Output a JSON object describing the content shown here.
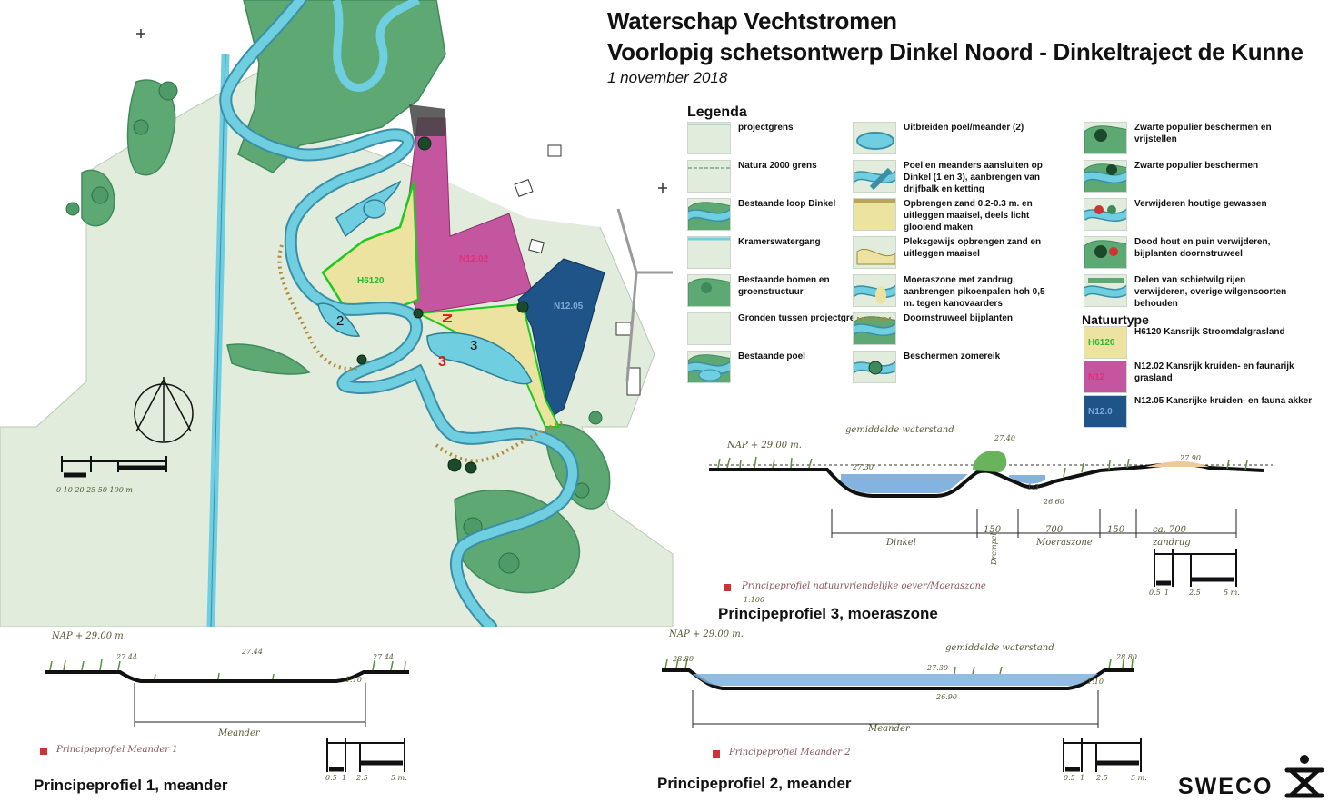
{
  "header": {
    "title_line1": "Waterschap Vechtstromen",
    "title_line2": "Voorlopig schetsontwerp Dinkel Noord - Dinkeltraject de Kunne",
    "date": "1 november 2018"
  },
  "legend": {
    "title": "Legenda",
    "col1": [
      {
        "label": "projectgrens",
        "swatch": "projectgrens"
      },
      {
        "label": "Natura 2000 grens",
        "swatch": "natura"
      },
      {
        "label": "Bestaande loop Dinkel",
        "swatch": "loop"
      },
      {
        "label": "Kramerswatergang",
        "swatch": "kramers"
      },
      {
        "label": "Bestaande bomen en groenstructuur",
        "swatch": "bomen"
      },
      {
        "label": "Gronden tussen projectgrens",
        "swatch": "gronden"
      },
      {
        "label": "Bestaande poel",
        "swatch": "poel"
      }
    ],
    "col2": [
      {
        "label": "Uitbreiden poel/meander (2)",
        "swatch": "uitbreiden"
      },
      {
        "label": "Poel en meanders aansluiten op Dinkel (1 en 3), aanbrengen van drijfbalk en ketting",
        "swatch": "aansluiten"
      },
      {
        "label": "Opbrengen zand 0.2-0.3 m. en uitleggen maaisel, deels licht glooiend maken",
        "swatch": "zand"
      },
      {
        "label": "Pleksgewijs opbrengen zand en uitleggen maaisel",
        "swatch": "pleks"
      },
      {
        "label": "Moeraszone met zandrug, aanbrengen pikoenpalen hoh 0,5 m. tegen kanovaarders",
        "swatch": "moeras"
      },
      {
        "label": "Doornstruweel bijplanten",
        "swatch": "doorn"
      },
      {
        "label": "Beschermen zomereik",
        "swatch": "zomereik"
      }
    ],
    "col3": [
      {
        "label": "Zwarte populier beschermen en vrijstellen",
        "swatch": "populier1"
      },
      {
        "label": "Zwarte populier beschermen",
        "swatch": "populier2"
      },
      {
        "label": "Verwijderen houtige gewassen",
        "swatch": "houtig"
      },
      {
        "label": "Dood hout en puin verwijderen, bijplanten doornstruweel",
        "swatch": "doodhout"
      },
      {
        "label": "Delen van schietwilg rijen verwijderen, overige wilgensoorten behouden",
        "swatch": "wilg"
      }
    ],
    "natuur_title": "Natuurtype",
    "natuur": [
      {
        "label": "H6120 Kansrijk  Stroomdalgrasland",
        "code": "H6120",
        "color": "#ece3a0",
        "code_color": "#2fb52f"
      },
      {
        "label": "N12.02 Kansrijk  kruiden- en faunarijk grasland",
        "code": "N12",
        "color": "#c4559f",
        "code_color": "#e0307a"
      },
      {
        "label": "N12.05 Kansrijke  kruiden- en fauna akker",
        "code": "N12.0",
        "color": "#1e5488",
        "code_color": "#7fa8d8"
      }
    ]
  },
  "map": {
    "labels": {
      "h6120": "H6120",
      "n1202": "N12.02",
      "n1205": "N12.05",
      "num2": "2",
      "num3": "3",
      "markN": "N",
      "mark3": "3"
    },
    "scale_ticks": "0 10 20 25    50          100 m"
  },
  "profiles": {
    "p3": {
      "title": "Principeprofiel 3, moeraszone",
      "nap": "NAP + 29.00 m.",
      "note": "Principeprofiel natuurvriendelijke oever/Moeraszone",
      "scale": "1:100",
      "water": "gemiddelde waterstand",
      "dims": [
        "150",
        "700",
        "150",
        "ca. 700"
      ],
      "zones": [
        "Dinkel",
        "Drempel",
        "Moeraszone",
        "zandrug"
      ],
      "heights": [
        "27.30",
        "27.40",
        "27.90"
      ],
      "depth": "26.60",
      "slope": "1:3",
      "scale_ticks": [
        "0.5",
        "1",
        "2.5",
        "5 m."
      ]
    },
    "p1": {
      "title": "Principeprofiel 1, meander",
      "nap": "NAP + 29.00 m.",
      "note": "Principeprofiel Meander 1",
      "zone": "Meander",
      "heights": [
        "27.44",
        "27.44",
        "27.44"
      ],
      "slope": "1:10",
      "scale_ticks": [
        "0.5",
        "1",
        "2.5",
        "5 m."
      ]
    },
    "p2": {
      "title": "Principeprofiel 2, meander",
      "nap": "NAP + 29.00 m.",
      "note": "Principeprofiel Meander 2",
      "water": "gemiddelde waterstand",
      "zone": "Meander",
      "heights": [
        "28.80",
        "27.30",
        "28.80"
      ],
      "depth": "26.90",
      "slope": "1:10",
      "scale_ticks": [
        "0.5",
        "1",
        "2.5",
        "5 m."
      ]
    }
  },
  "logo": {
    "text": "SWECO"
  },
  "colors": {
    "river": "#6fcfe1",
    "river_edge": "#3a8fa6",
    "trees": "#5ea874",
    "trees_dark": "#3f8a5a",
    "light_green": "#e1ecdc",
    "sand": "#ece3a0",
    "pink": "#c4559f",
    "blue": "#1e5488",
    "boundary": "#1ec81e"
  }
}
